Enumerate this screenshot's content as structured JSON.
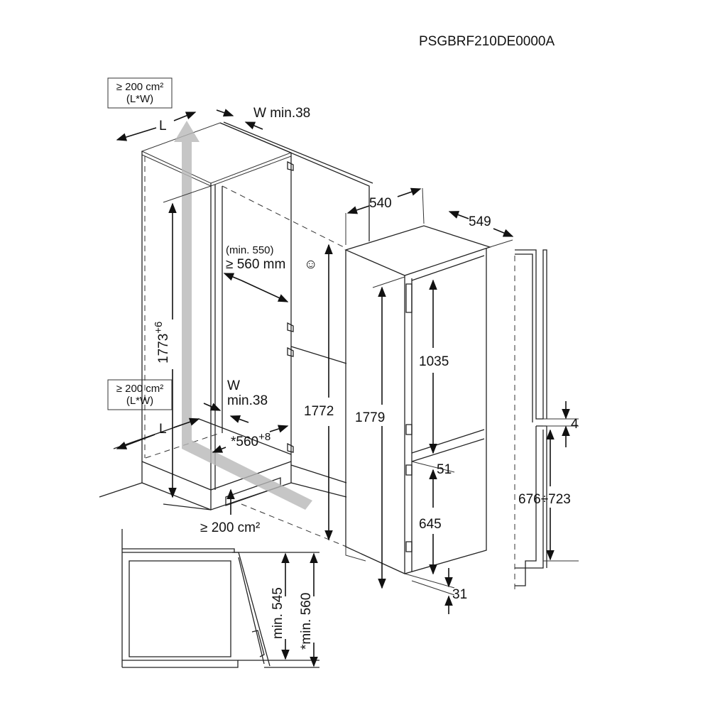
{
  "model": "PSGBRF210DE0000A",
  "cabinet": {
    "vent_top_area": "≥ 200 cm²",
    "vent_top_formula": "(L*W)",
    "vent_top_L": "L",
    "vent_top_W": "W min.38",
    "height": "1773",
    "height_tol": "+6",
    "depth_min_note": "(min. 550)",
    "depth": "≥ 560 mm",
    "smiley": "☺",
    "vent_bottom_area": "≥ 200 cm²",
    "vent_bottom_formula": "(L*W)",
    "vent_bottom_L": "L",
    "vent_bottom_W1": "W",
    "vent_bottom_W2": "min.38",
    "width": "*560",
    "width_tol": "+8",
    "plinth_vent": "≥ 200 cm²",
    "opening_height": "1772"
  },
  "appliance": {
    "width": "540",
    "depth": "549",
    "height": "1779",
    "upper_door": "1035",
    "gap": "51",
    "lower_door": "645",
    "foot": "31"
  },
  "rail": {
    "gap": "4",
    "range": "676÷723"
  },
  "section": {
    "min_545": "min. 545",
    "min_560": "*min. 560"
  },
  "colors": {
    "line": "#222222",
    "vent_arrow": "#b8b8b8"
  }
}
